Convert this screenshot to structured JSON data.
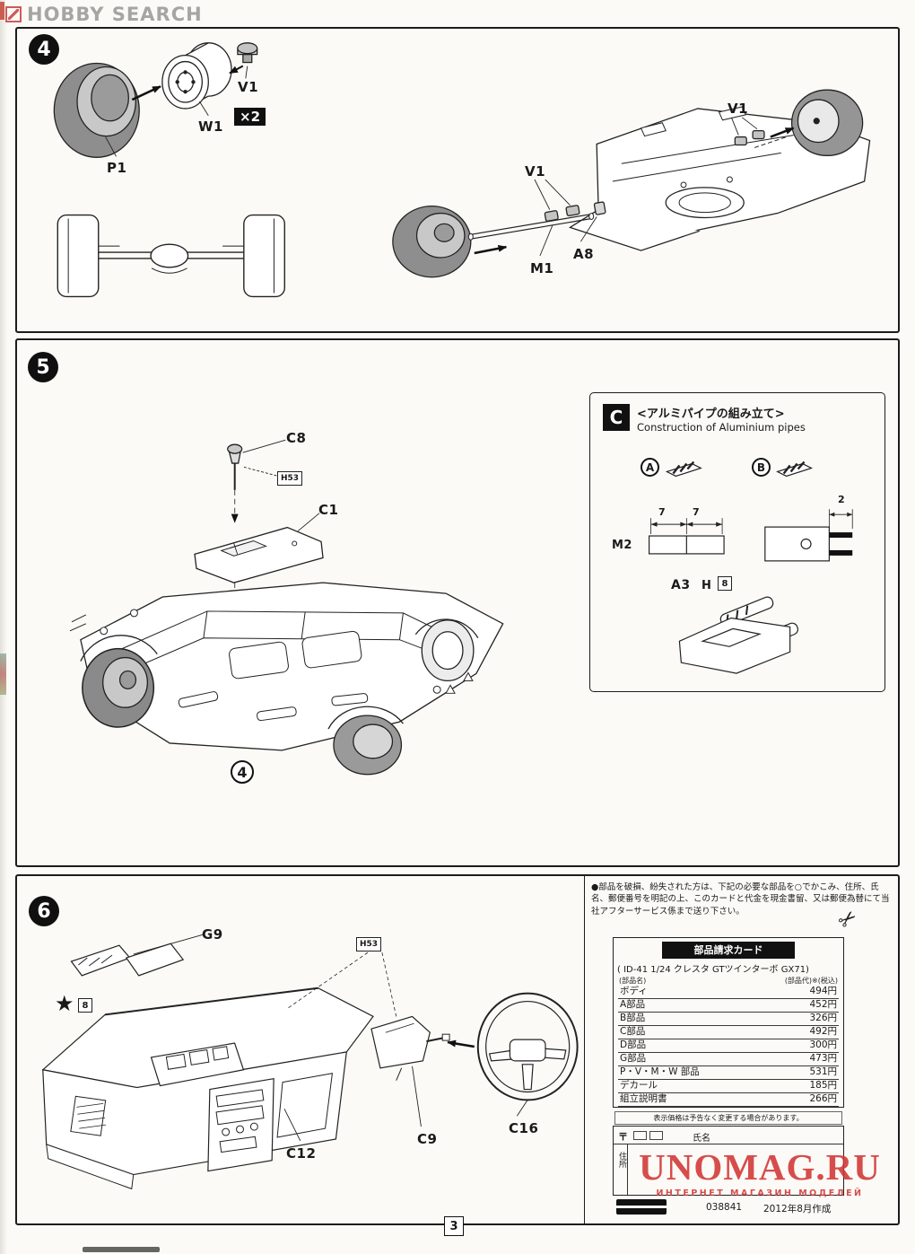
{
  "watermarks": {
    "hobby_search": "HOBBY SEARCH",
    "unomag": "UNOMAG.RU",
    "unomag_tagline": "ИНТЕРНЕТ МАГАЗИН МОДЕЛЕЙ"
  },
  "page_number": "3",
  "step4": {
    "number": "4",
    "multiplier": "×2",
    "labels": {
      "p1": "P1",
      "w1": "W1",
      "v1_top": "V1",
      "v1_right": "V1",
      "v1_mid": "V1",
      "m1": "M1",
      "a8": "A8"
    }
  },
  "step5": {
    "number": "5",
    "labels": {
      "c8": "C8",
      "h53": "H53",
      "c1": "C1",
      "callout": "4"
    },
    "box_c": {
      "letter": "C",
      "title_jp": "<アルミパイプの組み立て>",
      "title_en": "Construction of Aluminium pipes",
      "marker_a": "A",
      "marker_b": "B",
      "m2": "M2",
      "dim_7a": "7",
      "dim_7b": "7",
      "dim_2": "2",
      "a3": "A3",
      "h": "H",
      "h_num": "8"
    }
  },
  "step6": {
    "number": "6",
    "labels": {
      "g9": "G9",
      "star_num": "8",
      "h53": "H53",
      "c9": "C9",
      "c12": "C12",
      "c16": "C16"
    },
    "service_note": "●部品を破損、紛失された方は、下記の必要な部品を○でかこみ、住所、氏名、郵便番号を明記の上、このカードと代金を現金書留、又は郵便為替にて当社アフターサービス係まで送り下さい。",
    "order_card": {
      "title": "部品請求カード",
      "kit": "( ID-41  1/24 クレスタ GTツインターボ GX71)",
      "col_name": "(部品名)",
      "col_price": "(部品代)※(税込)",
      "rows": [
        {
          "name": "ボディ",
          "price": "494円"
        },
        {
          "name": "A部品",
          "price": "452円"
        },
        {
          "name": "B部品",
          "price": "326円"
        },
        {
          "name": "C部品",
          "price": "492円"
        },
        {
          "name": "D部品",
          "price": "300円"
        },
        {
          "name": "G部品",
          "price": "473円"
        },
        {
          "name": "P・V・M・W 部品",
          "price": "531円"
        },
        {
          "name": "デカール",
          "price": "185円"
        },
        {
          "name": "組立説明書",
          "price": "266円"
        }
      ],
      "price_note": "表示価格は予告なく変更する場合があります。"
    },
    "form": {
      "postal": "〒",
      "name": "氏名",
      "address": "住所"
    },
    "footer": {
      "code": "038841",
      "date": "2012年8月作成"
    }
  }
}
